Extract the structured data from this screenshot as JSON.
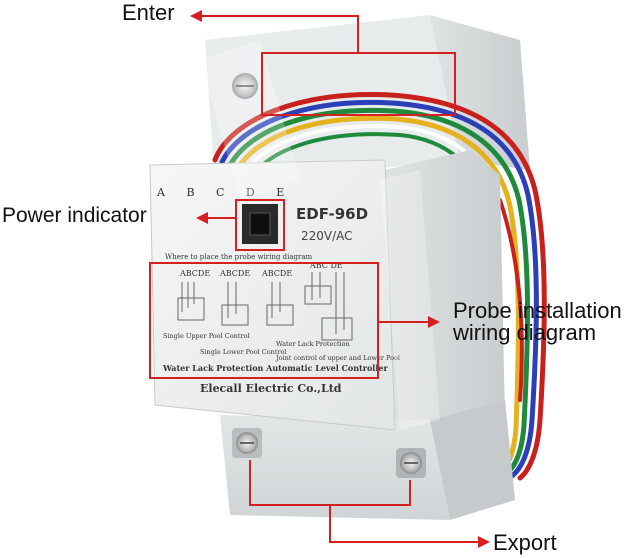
{
  "callouts": {
    "enter": "Enter",
    "power_indicator": "Power indicator",
    "probe_line1": "Probe installation",
    "probe_line2": "wiring diagram",
    "export": "Export"
  },
  "device": {
    "terminal_letters": "A B C D E",
    "model": "EDF-96D",
    "voltage": "220V/AC",
    "diagram_caption": "Where to place the probe wiring diagram",
    "diagram_letters": [
      "ABCDE",
      "ABCDE",
      "ABCDE",
      "ABC DE"
    ],
    "mode_single_upper": "Single Upper Pool Control",
    "mode_single_lower": "Single Lower Pool Control",
    "mode_water_lack": "Water Lack Protection",
    "mode_joint": "Joint control of upper and Lower Pool",
    "product_line": "Water Lack Protection Automatic Level Controller",
    "brand": "Elecall Electric Co.,Ltd"
  },
  "colors": {
    "callout_red": "#d42020",
    "housing": "#eceff0",
    "wire_red": "#c8201c",
    "wire_blue": "#2a3fb8",
    "wire_green": "#1f8a3c",
    "wire_yellow": "#e4b21c"
  }
}
